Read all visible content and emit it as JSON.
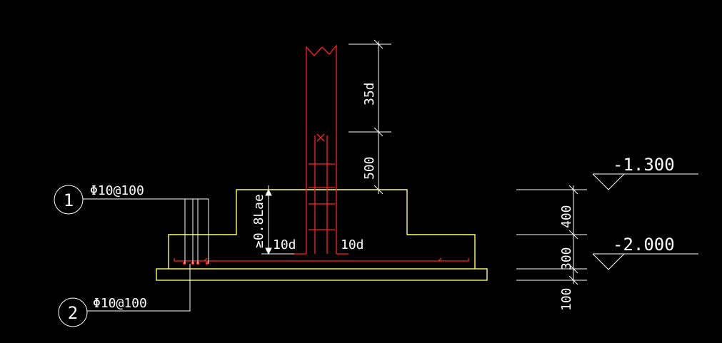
{
  "colors": {
    "background": "#000000",
    "concrete_outline": "#ffff66",
    "rebar": "#ff2020",
    "annotation": "#ffffff"
  },
  "callouts": {
    "one": {
      "number": "1",
      "spec": "Φ10@100"
    },
    "two": {
      "number": "2",
      "spec": "Φ10@100"
    }
  },
  "dimensions": {
    "anchorage_35d": "35d",
    "column_500": "500",
    "embed_08lae": "≥0.8Lae",
    "bend_left": "10d",
    "bend_right": "10d",
    "step_400": "400",
    "base_300": "300",
    "cushion_100": "100"
  },
  "elevations": {
    "upper": "-1.300",
    "lower": "-2.000"
  }
}
